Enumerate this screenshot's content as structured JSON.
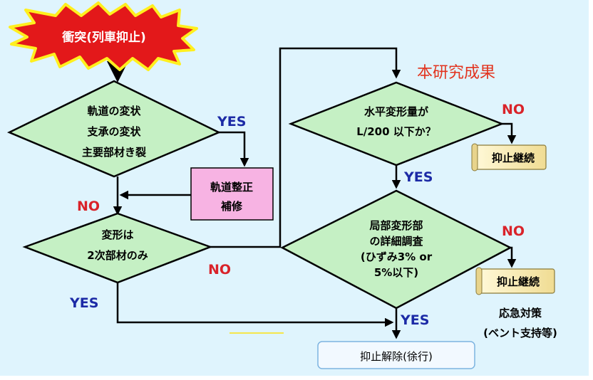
{
  "title_label": "本研究成果",
  "start_label": "衝突(列車抑止)",
  "decision1": {
    "lines": [
      "軌道の変状",
      "支承の変状",
      "主要部材き裂"
    ]
  },
  "repair_box": {
    "lines": [
      "軌道整正",
      "補修"
    ]
  },
  "decision2": {
    "lines": [
      "変形は",
      "2次部材のみ"
    ]
  },
  "decision3": {
    "lines": [
      "水平変形量が",
      "L/200 以下か？"
    ]
  },
  "decision4": {
    "lines": [
      "局部変形部",
      "の詳細調査",
      "(ひずみ3% or",
      "5%以下)"
    ]
  },
  "continue1": "抑止継続",
  "continue2": "抑止継続",
  "emergency": {
    "lines": [
      "応急対策",
      "(ベント支持等)"
    ]
  },
  "end_box": "抑止解除(徐行)",
  "edge_labels": {
    "d1_yes": "YES",
    "d1_no": "NO",
    "d2_no": "NO",
    "d2_yes": "YES",
    "d3_no": "NO",
    "d3_yes": "YES",
    "d4_no": "NO",
    "d4_yes": "YES"
  },
  "colors": {
    "background": "#dff4fd",
    "diamond": "#c5f0c4",
    "repair_box": "#f7b3e3",
    "scroll": "#fbf3c4",
    "end_box": "#f2f9ff",
    "no_label": "#d9232a",
    "yes_label": "#1c2aa6",
    "burst": "#e3181a",
    "burst_outline": "#ffef1e"
  }
}
